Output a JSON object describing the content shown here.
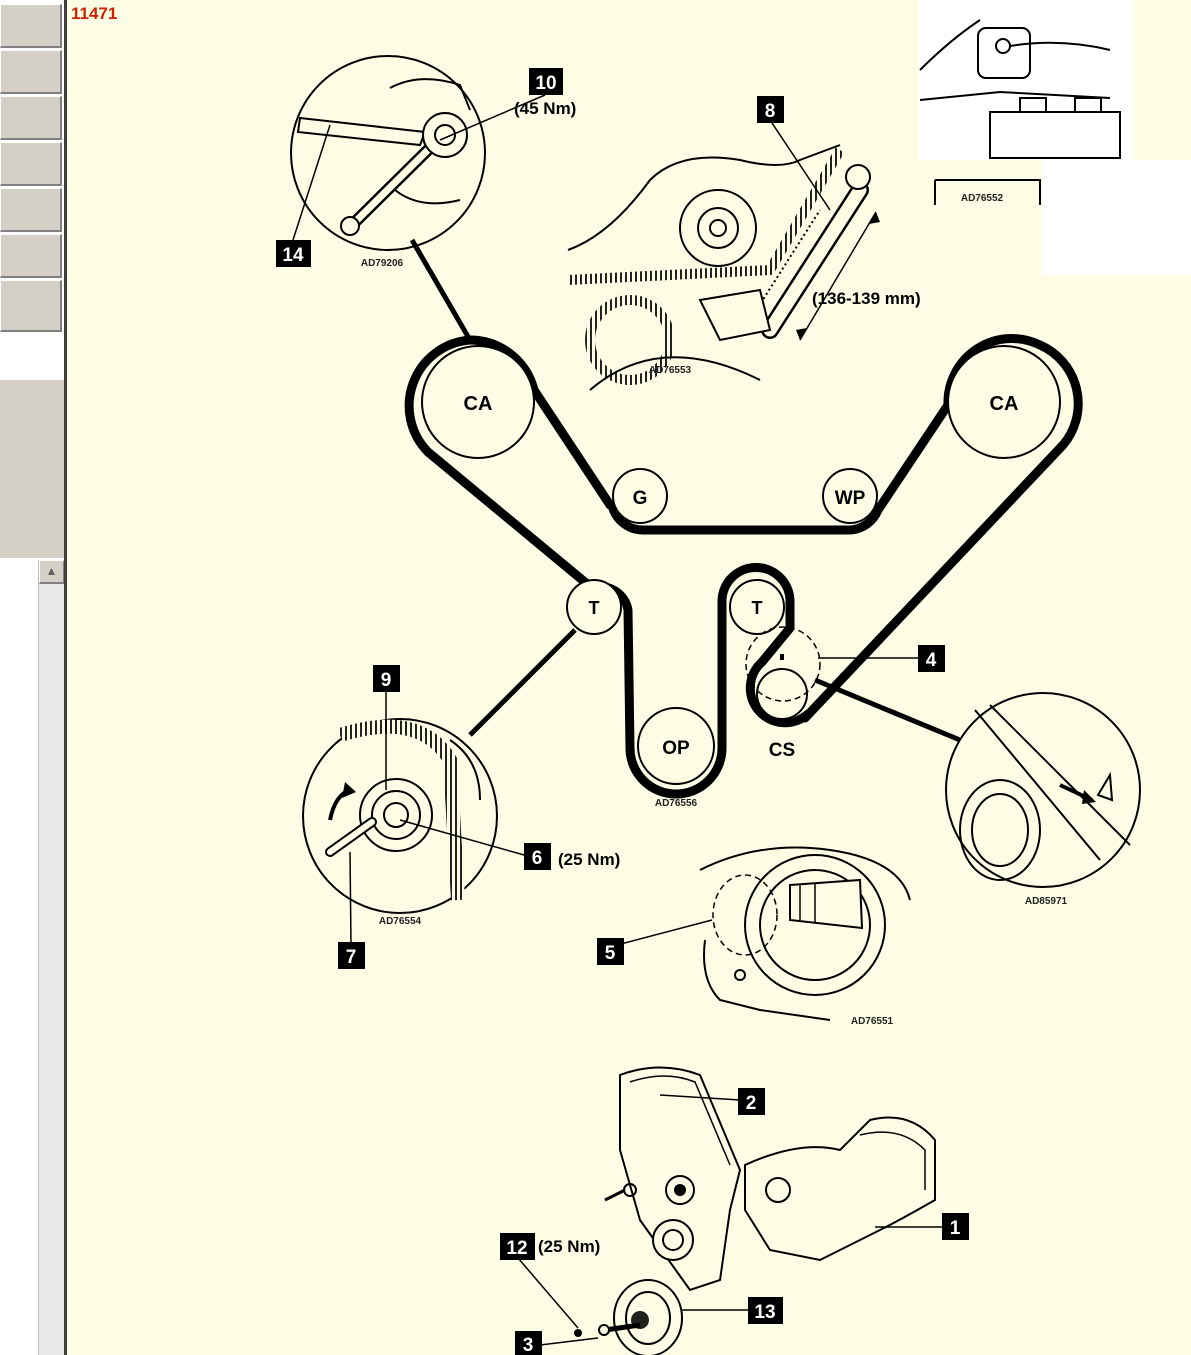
{
  "document": {
    "id": "11471"
  },
  "pulleys": {
    "ca_left": "CA",
    "ca_right": "CA",
    "g": "G",
    "wp": "WP",
    "t_left": "T",
    "t_right": "T",
    "op": "OP",
    "cs": "CS"
  },
  "callouts": {
    "c1": "1",
    "c2": "2",
    "c3": "3",
    "c4": "4",
    "c5": "5",
    "c6": "6",
    "c7": "7",
    "c8": "8",
    "c9": "9",
    "c10": "10",
    "c12": "12",
    "c13": "13",
    "c14": "14"
  },
  "torques": {
    "t10": "(45 Nm)",
    "t6": "(25 Nm)",
    "t12": "(25 Nm)"
  },
  "measurement": "(136-139 mm)",
  "figure_refs": {
    "f1": "AD79206",
    "f2": "AD76553",
    "f3": "AD76552",
    "f4": "AD76556",
    "f5": "AD76554",
    "f6": "AD85971",
    "f7": "AD76551"
  },
  "colors": {
    "background": "#fdfde6",
    "ink": "#000000",
    "doc_id": "#cc2200"
  }
}
